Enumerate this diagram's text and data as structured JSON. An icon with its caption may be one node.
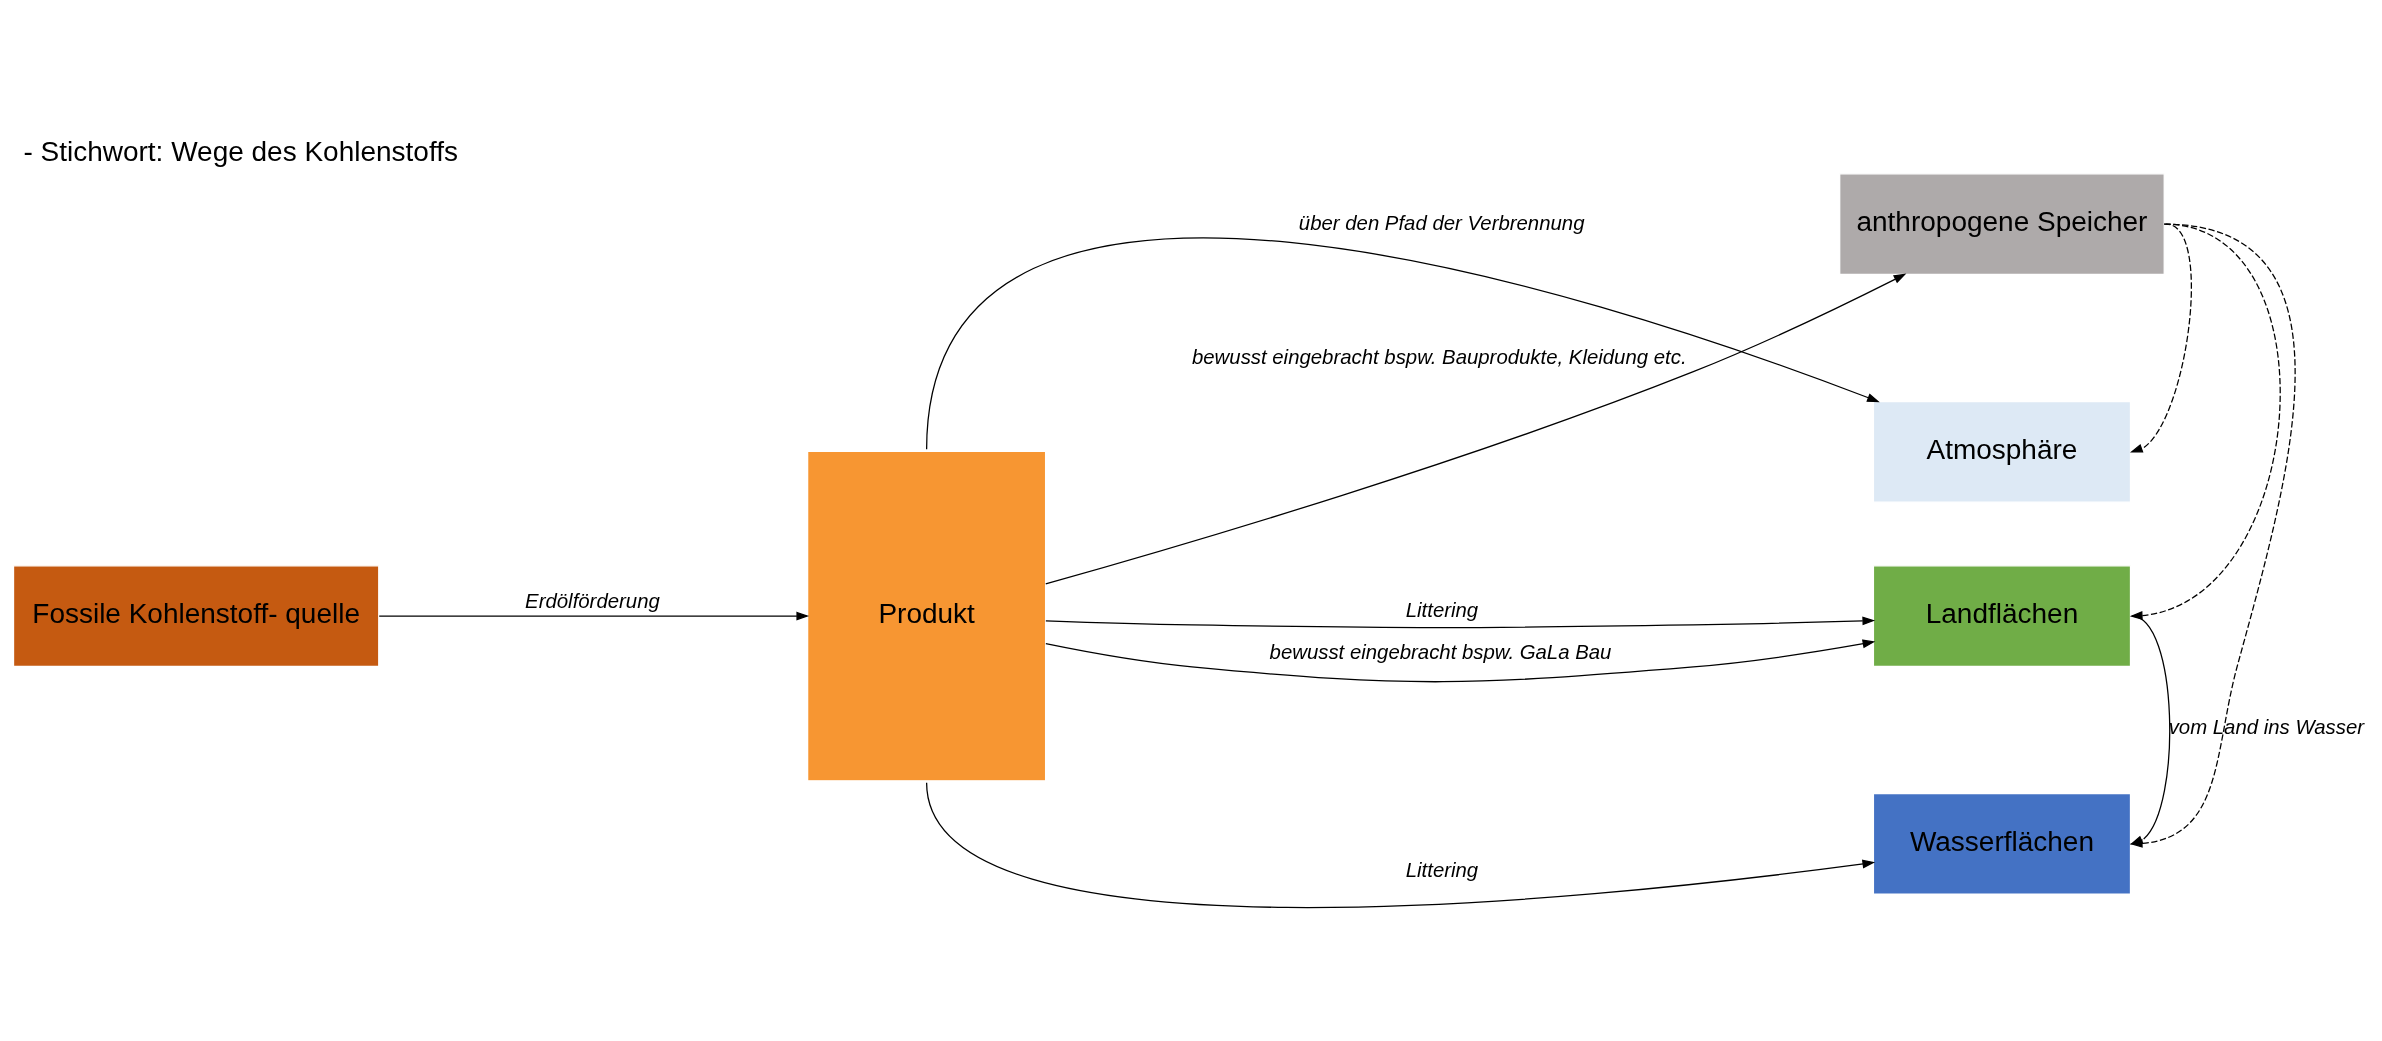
{
  "diagram": {
    "title": "- Stichwort: Wege des Kohlenstoffs",
    "nodes": [
      {
        "text": [
          "Fossile Kohlenstoff- quelle"
        ]
      },
      {
        "text": [
          "Produkt"
        ]
      },
      {
        "text": [
          "Atmosphäre"
        ]
      },
      {
        "text": [
          "anthropogene Speicher"
        ]
      },
      {
        "text": [
          "Landflächen"
        ]
      },
      {
        "text": [
          "Wasserflächen"
        ]
      }
    ],
    "edges": [
      {
        "from": 0,
        "to": 1,
        "arrow": "to",
        "label": "Erdölförderung"
      },
      {
        "from": 1,
        "to": 2,
        "arrow": "to",
        "label": "über den Pfad der Verbrennung"
      },
      {
        "from": 1,
        "to": 3,
        "arrow": "to",
        "label": "bewusst eingebracht bspw. Bauprodukte, Kleidung etc."
      },
      {
        "from": 1,
        "to": 4,
        "arrow": "to",
        "label": "Littering"
      },
      {
        "from": 1,
        "to": 4,
        "arrow": "to",
        "label": "bewusst eingebracht bspw. GaLa Bau"
      },
      {
        "from": 1,
        "to": 5,
        "arrow": "to",
        "label": "Littering"
      },
      {
        "from": 4,
        "to": 5,
        "arrow": "to",
        "label": "vom Land ins Wasser"
      },
      {
        "from": 3,
        "to": 2,
        "arrow": "to",
        "style": "dashed"
      },
      {
        "from": 3,
        "to": 4,
        "arrow": "to",
        "style": "dashed"
      },
      {
        "from": 3,
        "to": 5,
        "arrow": "to",
        "style": "dashed"
      }
    ]
  }
}
